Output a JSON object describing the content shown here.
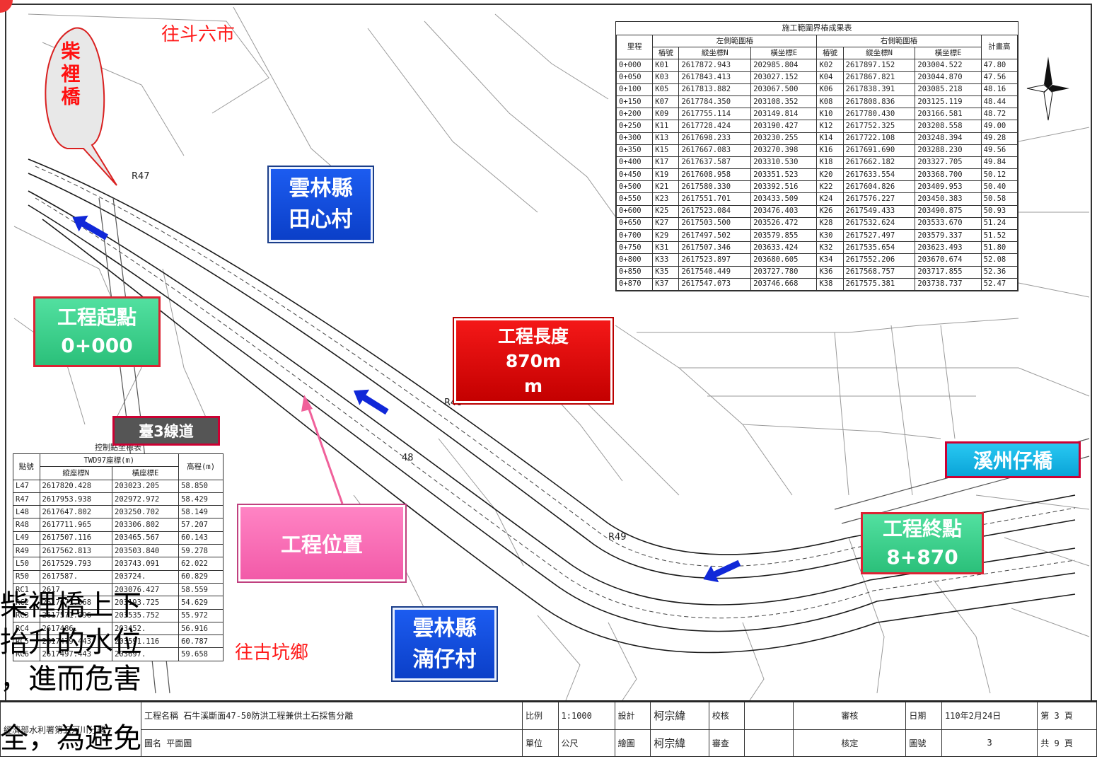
{
  "map": {
    "place_labels": {
      "to_douliu": "往斗六市",
      "to_gukeng": "往古坑鄉",
      "chaili_bridge": "柴裡橋",
      "tianxin_county": "雲林縣",
      "tianxin_village": "田心村",
      "nanzai_county": "雲林縣",
      "nanzai_village": "湳仔村",
      "xizhouzai_bridge": "溪州仔橋",
      "highway": "臺3線道"
    },
    "callouts": {
      "start_title": "工程起點",
      "start_station": "0+000",
      "end_title": "工程終點",
      "end_station": "8+870",
      "length_title": "工程長度",
      "length_value": "870m",
      "length_unit": "m",
      "location": "工程位置"
    },
    "overlay_text": [
      "柴裡橋上下",
      "抬升的水位",
      "，進而危害",
      "全，為避免"
    ],
    "plan_markers": [
      "R47",
      "R48",
      "R49",
      "48"
    ]
  },
  "coord_table": {
    "caption": "施工範圍界樁成果表",
    "headers": {
      "station": "里程",
      "left_group": "左側範圍樁",
      "right_group": "右側範圍樁",
      "stake_no": "樁號",
      "north": "縱坐標N",
      "east": "橫坐標E",
      "elevation": "計畫高"
    },
    "rows": [
      [
        "0+000",
        "K01",
        "2617872.943",
        "202985.804",
        "K02",
        "2617897.152",
        "203004.522",
        "47.80"
      ],
      [
        "0+050",
        "K03",
        "2617843.413",
        "203027.152",
        "K04",
        "2617867.821",
        "203044.870",
        "47.56"
      ],
      [
        "0+100",
        "K05",
        "2617813.882",
        "203067.500",
        "K06",
        "2617838.391",
        "203085.218",
        "48.16"
      ],
      [
        "0+150",
        "K07",
        "2617784.350",
        "203108.352",
        "K08",
        "2617808.836",
        "203125.119",
        "48.44"
      ],
      [
        "0+200",
        "K09",
        "2617755.114",
        "203149.814",
        "K10",
        "2617780.430",
        "203166.581",
        "48.72"
      ],
      [
        "0+250",
        "K11",
        "2617728.424",
        "203190.427",
        "K12",
        "2617752.325",
        "203208.558",
        "49.00"
      ],
      [
        "0+300",
        "K13",
        "2617698.233",
        "203230.255",
        "K14",
        "2617722.108",
        "203248.394",
        "49.28"
      ],
      [
        "0+350",
        "K15",
        "2617667.083",
        "203270.398",
        "K16",
        "2617691.690",
        "203288.230",
        "49.56"
      ],
      [
        "0+400",
        "K17",
        "2617637.587",
        "203310.530",
        "K18",
        "2617662.182",
        "203327.705",
        "49.84"
      ],
      [
        "0+450",
        "K19",
        "2617608.958",
        "203351.523",
        "K20",
        "2617633.554",
        "203368.700",
        "50.12"
      ],
      [
        "0+500",
        "K21",
        "2617580.330",
        "203392.516",
        "K22",
        "2617604.826",
        "203409.953",
        "50.40"
      ],
      [
        "0+550",
        "K23",
        "2617551.701",
        "203433.509",
        "K24",
        "2617576.227",
        "203450.383",
        "50.58"
      ],
      [
        "0+600",
        "K25",
        "2617523.084",
        "203476.403",
        "K26",
        "2617549.433",
        "203490.875",
        "50.93"
      ],
      [
        "0+650",
        "K27",
        "2617503.500",
        "203526.472",
        "K28",
        "2617532.624",
        "203533.670",
        "51.24"
      ],
      [
        "0+700",
        "K29",
        "2617497.502",
        "203579.855",
        "K30",
        "2617527.497",
        "203579.337",
        "51.52"
      ],
      [
        "0+750",
        "K31",
        "2617507.346",
        "203633.424",
        "K32",
        "2617535.654",
        "203623.493",
        "51.80"
      ],
      [
        "0+800",
        "K33",
        "2617523.897",
        "203680.605",
        "K34",
        "2617552.206",
        "203670.674",
        "52.08"
      ],
      [
        "0+850",
        "K35",
        "2617540.449",
        "203727.780",
        "K36",
        "2617568.757",
        "203717.855",
        "52.36"
      ],
      [
        "0+870",
        "K37",
        "2617547.073",
        "203746.668",
        "K38",
        "2617575.381",
        "203738.737",
        "52.47"
      ]
    ]
  },
  "control_table": {
    "caption": "控制點坐標表",
    "headers": {
      "point": "點號",
      "datum": "TWD97座標(m)",
      "north": "縱座標N",
      "east": "橫座標E",
      "elevation": "高程(m)"
    },
    "rows": [
      [
        "L47",
        "2617820.428",
        "203023.205",
        "58.850"
      ],
      [
        "R47",
        "2617953.938",
        "202972.972",
        "58.429"
      ],
      [
        "L48",
        "2617647.802",
        "203250.702",
        "58.149"
      ],
      [
        "R48",
        "2617711.965",
        "203306.802",
        "57.207"
      ],
      [
        "L49",
        "2617507.116",
        "203465.567",
        "60.143"
      ],
      [
        "R49",
        "2617562.813",
        "203503.840",
        "59.278"
      ],
      [
        "L50",
        "2617529.793",
        "203743.091",
        "62.022"
      ],
      [
        "R50",
        "2617587.",
        "203724.",
        "60.829"
      ],
      [
        "RC1",
        "2617",
        "203076.427",
        "58.559"
      ],
      [
        "RC2",
        "2617671.068",
        "203193.725",
        "54.629"
      ],
      [
        "RC3",
        "2617571.096",
        "203535.752",
        "55.972"
      ],
      [
        "RC4",
        "2617486.",
        "203452.",
        "56.916"
      ],
      [
        "RC5",
        "2617479.443",
        "203591.116",
        "60.787"
      ],
      [
        "RC6",
        "2617497.443",
        "203697.",
        "59.658"
      ]
    ]
  },
  "title_block": {
    "agency": "經濟部水利署第五河川分署",
    "project_label": "工程名稱",
    "project_name": "石牛溪斷面47-50防洪工程兼供土石採售分離",
    "drawing_label": "圖名",
    "drawing_name": "平面圖",
    "scale_label": "比例",
    "scale_value": "1:1000",
    "unit_label": "單位",
    "unit_value": "公尺",
    "design_label": "設計",
    "designer": "柯宗緯",
    "draw_label": "繪圖",
    "drafter": "柯宗緯",
    "check_label": "校核",
    "review_label": "審查",
    "audit_label": "審核",
    "approve_label": "核定",
    "date_label": "日期",
    "date_value": "110年2月24日",
    "sheet_label": "圖號",
    "sheet_value": "3",
    "page_value": "第 3 頁",
    "total_value": "共 9 頁"
  },
  "colors": {
    "blue_box": "#0b3fc8",
    "green_box": "#2bc07a",
    "red_box": "#e00000",
    "pink_box": "#f25aa8",
    "cyan_box": "#0aa4d8",
    "flow_arrow": "#1028d8",
    "pointer_arrow": "#f0609a"
  }
}
